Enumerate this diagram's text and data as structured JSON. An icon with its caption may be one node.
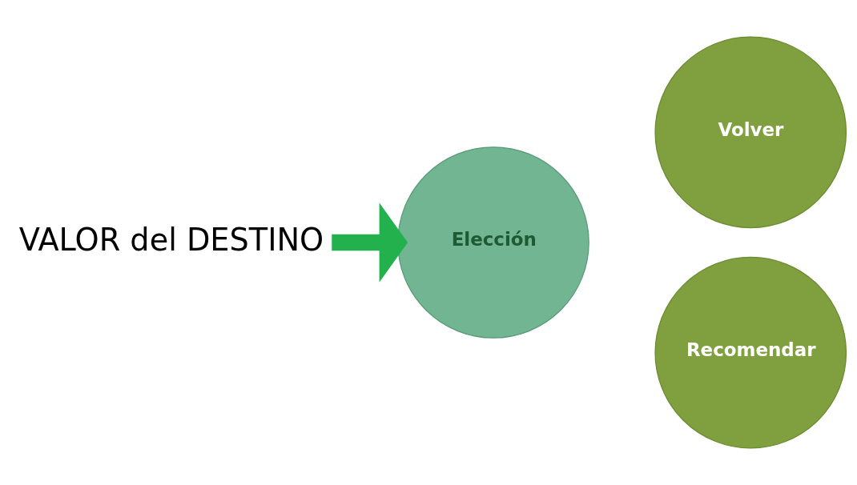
{
  "diagram": {
    "nodes": [
      {
        "text": [
          "VALOR del DESTINO"
        ]
      },
      {
        "text": [
          "Elección"
        ]
      },
      {
        "text": [
          "Volver"
        ]
      },
      {
        "text": [
          "Recomendar"
        ]
      }
    ],
    "edges": [
      {
        "from": 0,
        "to": 1,
        "arrow": "to",
        "color": "#22b14c"
      }
    ]
  }
}
